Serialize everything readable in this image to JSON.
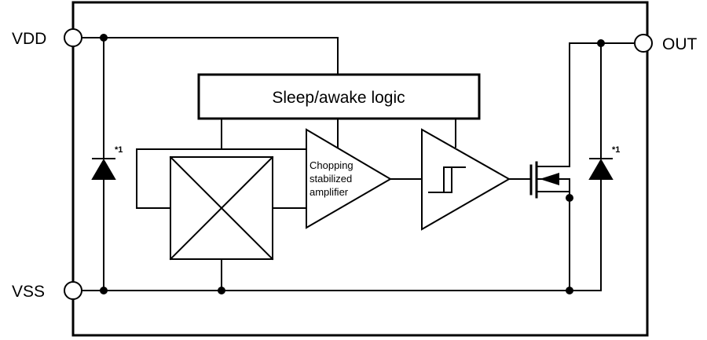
{
  "pins": {
    "vdd": "VDD",
    "vss": "VSS",
    "out": "OUT"
  },
  "blocks": {
    "logic": "Sleep/awake logic",
    "amplifier": [
      "Chopping",
      "stabilized",
      "amplifier"
    ]
  },
  "notes": {
    "diode_left": "*1",
    "diode_right": "*1"
  }
}
